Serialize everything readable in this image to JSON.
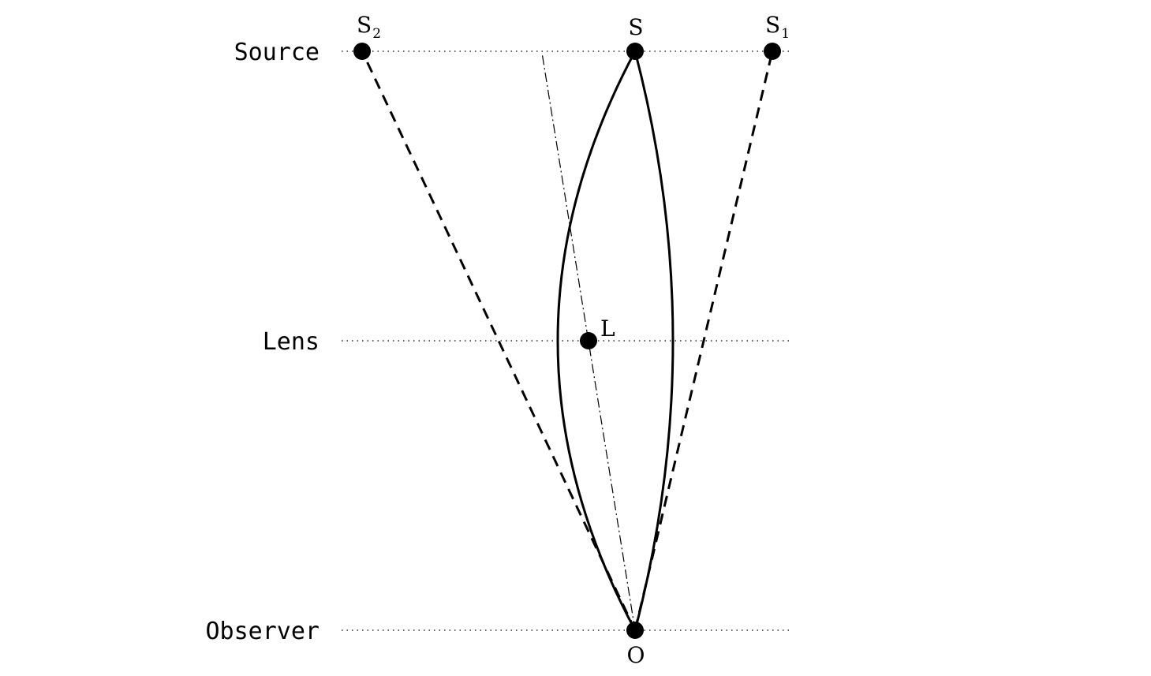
{
  "planes": {
    "source": "Source",
    "lens": "Lens",
    "observer": "Observer"
  },
  "points": {
    "source": "S",
    "image1": {
      "base": "S",
      "sub": "1"
    },
    "image2": {
      "base": "S",
      "sub": "2"
    },
    "lens": "L",
    "observer": "O"
  },
  "colors": {
    "ink": "#000000",
    "background": "#ffffff"
  }
}
